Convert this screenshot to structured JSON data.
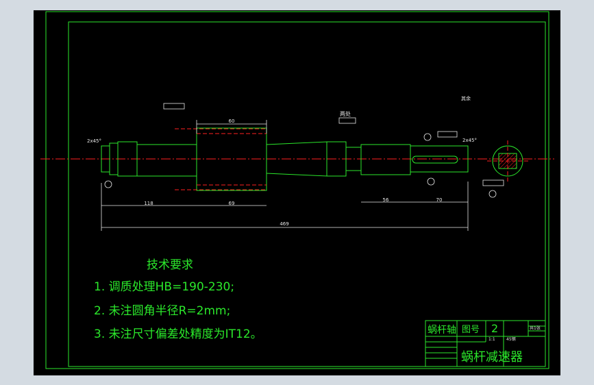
{
  "drawing": {
    "tech_title": "技术要求",
    "requirements": [
      "1. 调质处理HB=190-230;",
      "2. 未注圆角半径R=2mm;",
      "3. 未注尺寸偏差处精度为IT12。"
    ],
    "dimensions": {
      "total_length": "469",
      "seg_left": "118",
      "seg_mid": "69",
      "seg_right1": "56",
      "seg_right2": "70",
      "collar_length": "60",
      "chamfer_left": "2x45°",
      "chamfer_right": "2x45°",
      "both_ends_note": "两处",
      "roughness_rest": "其余"
    },
    "title_block": {
      "part_name": "蜗杆轴",
      "drawing_no_label": "图号",
      "drawing_no": "2",
      "assembly_name": "蜗杆减速器",
      "scale": "1:1",
      "material": "45钢",
      "sheet_info": "共1张"
    },
    "colors": {
      "background": "#000000",
      "outline": "#2be82b",
      "centerline": "#ff2020",
      "annotation": "#e8e8e8",
      "frame": "#d4dbe2"
    }
  }
}
